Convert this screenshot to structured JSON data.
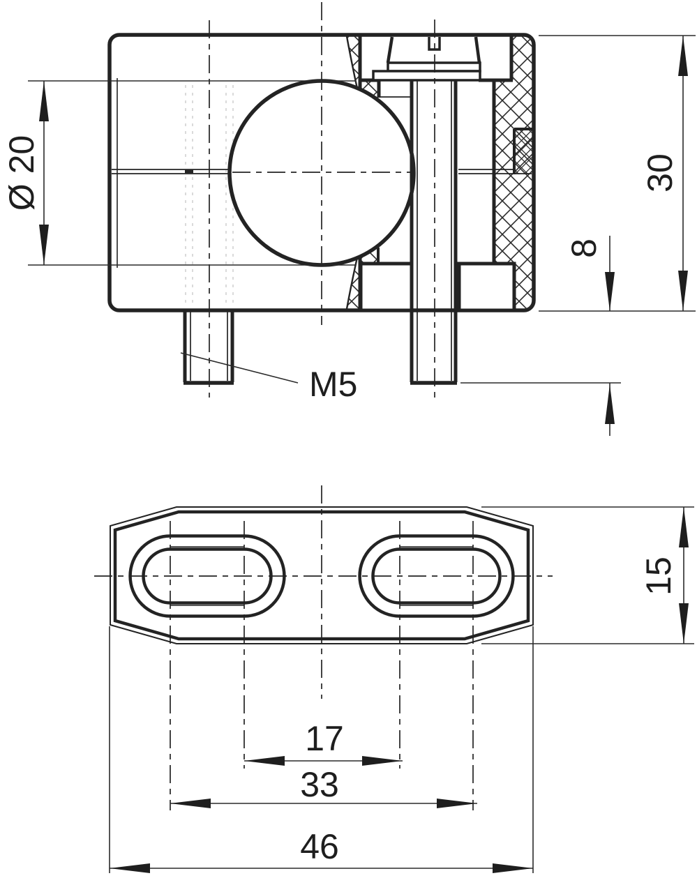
{
  "drawing": {
    "type": "technical-drawing",
    "colors": {
      "line": "#232323",
      "background": "#ffffff",
      "faint": "#c6c6c6"
    },
    "dimensions": {
      "bore_diameter": {
        "label": "Ø 20",
        "value": 20
      },
      "body_height": {
        "label": "30",
        "value": 30
      },
      "stud_protrusion": {
        "label": "8",
        "value": 8
      },
      "thread_callout": {
        "label": "M5"
      },
      "slot_pitch": {
        "label": "17",
        "value": 17
      },
      "slot_span": {
        "label": "33",
        "value": 33
      },
      "overall_width": {
        "label": "46",
        "value": 46
      },
      "plate_depth": {
        "label": "15",
        "value": 15
      }
    }
  }
}
